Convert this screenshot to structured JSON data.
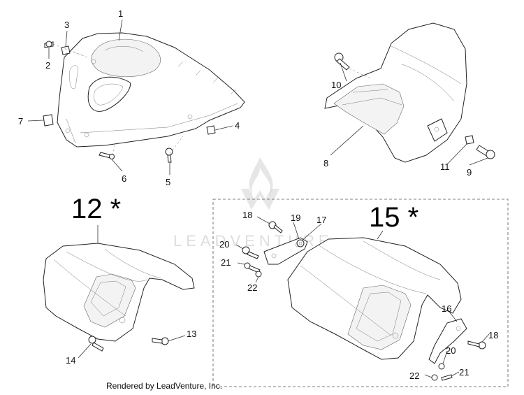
{
  "callouts": {
    "c1": "1",
    "c2": "2",
    "c3": "3",
    "c4": "4",
    "c5": "5",
    "c6": "6",
    "c7": "7",
    "c8": "8",
    "c9": "9",
    "c10": "10",
    "c11": "11",
    "c13": "13",
    "c14": "14",
    "c16": "16",
    "c17": "17",
    "c18a": "18",
    "c18b": "18",
    "c19": "19",
    "c20a": "20",
    "c20b": "20",
    "c21a": "21",
    "c21b": "21",
    "c22a": "22",
    "c22b": "22"
  },
  "assemblies": {
    "a12": "12 *",
    "a15": "15 *"
  },
  "watermark": "LEADVENTURE",
  "footer": "Rendered by LeadVenture, Inc."
}
